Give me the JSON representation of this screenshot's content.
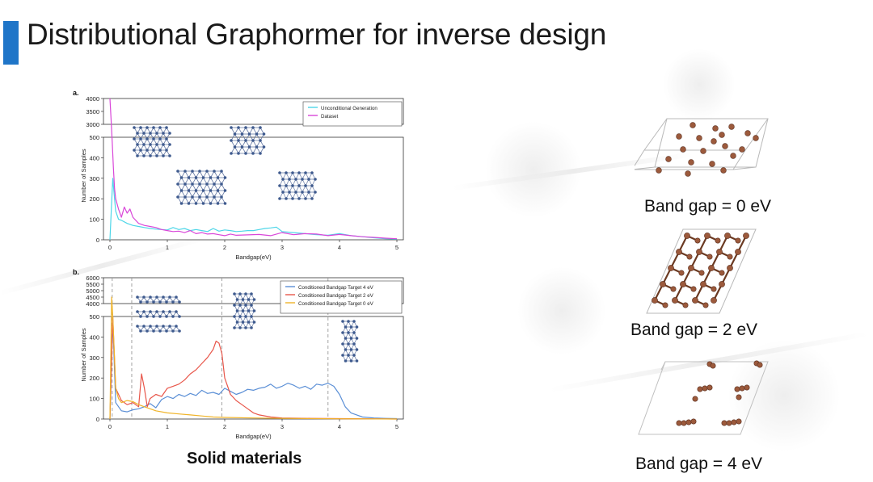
{
  "slide": {
    "title": "Distributional Graphormer for inverse design",
    "caption": "Solid materials",
    "accent_color": "#1f75c8"
  },
  "structures": [
    {
      "label": "Band gap = 0 eV"
    },
    {
      "label": "Band gap = 2 eV"
    },
    {
      "label": "Band gap = 4 eV"
    }
  ],
  "chart_data": [
    {
      "type": "line",
      "panel_label": "a.",
      "xlabel": "Bandgap(eV)",
      "ylabel": "Number of Samples",
      "xlim": [
        0,
        5
      ],
      "xticks": [
        0,
        1,
        2,
        3,
        4,
        5
      ],
      "ylim": [
        0,
        4000
      ],
      "axis_break": {
        "lower": [
          0,
          500
        ],
        "upper": [
          3000,
          4000
        ]
      },
      "yticks": [
        0,
        100,
        200,
        300,
        400,
        500,
        3000,
        3500,
        4000
      ],
      "legend_position": "top-right",
      "series": [
        {
          "name": "Unconditional Generation",
          "color": "#4dd6e8",
          "x": [
            0.0,
            0.05,
            0.1,
            0.15,
            0.2,
            0.3,
            0.4,
            0.5,
            0.6,
            0.7,
            0.8,
            0.9,
            1.0,
            1.1,
            1.2,
            1.3,
            1.4,
            1.5,
            1.6,
            1.7,
            1.8,
            1.9,
            2.0,
            2.1,
            2.2,
            2.3,
            2.4,
            2.5,
            2.6,
            2.7,
            2.8,
            2.9,
            3.0,
            3.2,
            3.4,
            3.6,
            3.8,
            4.0,
            4.2,
            4.4,
            4.6,
            4.8,
            5.0
          ],
          "y": [
            0,
            300,
            140,
            100,
            95,
            80,
            70,
            65,
            60,
            55,
            52,
            50,
            48,
            60,
            50,
            55,
            45,
            50,
            45,
            40,
            55,
            42,
            48,
            45,
            40,
            42,
            45,
            45,
            50,
            55,
            58,
            62,
            40,
            35,
            30,
            25,
            22,
            30,
            20,
            15,
            10,
            5,
            3
          ]
        },
        {
          "name": "Dataset",
          "color": "#d947d9",
          "x": [
            0.0,
            0.02,
            0.04,
            0.06,
            0.08,
            0.1,
            0.15,
            0.2,
            0.25,
            0.3,
            0.35,
            0.4,
            0.5,
            0.6,
            0.7,
            0.8,
            0.9,
            1.0,
            1.1,
            1.2,
            1.3,
            1.4,
            1.5,
            1.6,
            1.7,
            1.8,
            1.9,
            2.0,
            2.1,
            2.2,
            2.4,
            2.6,
            2.8,
            3.0,
            3.2,
            3.4,
            3.6,
            3.8,
            4.0,
            4.2,
            4.4,
            4.6,
            4.8,
            5.0
          ],
          "y": [
            4000,
            3200,
            480,
            350,
            250,
            200,
            150,
            110,
            160,
            130,
            150,
            110,
            80,
            70,
            65,
            60,
            50,
            45,
            40,
            42,
            35,
            45,
            30,
            35,
            28,
            30,
            25,
            20,
            28,
            22,
            24,
            26,
            20,
            35,
            25,
            30,
            28,
            20,
            26,
            20,
            15,
            12,
            8,
            5
          ]
        }
      ]
    },
    {
      "type": "line",
      "panel_label": "b.",
      "xlabel": "Bandgap(eV)",
      "ylabel": "Number of Samples",
      "xlim": [
        0,
        5
      ],
      "xticks": [
        0,
        1,
        2,
        3,
        4,
        5
      ],
      "ylim": [
        0,
        6000
      ],
      "axis_break": {
        "lower": [
          0,
          500
        ],
        "upper": [
          4000,
          6000
        ]
      },
      "yticks": [
        0,
        100,
        200,
        300,
        400,
        500,
        4000,
        4500,
        5000,
        5500,
        6000
      ],
      "legend_position": "top-right",
      "series": [
        {
          "name": "Conditioned Bandgap Target 4 eV",
          "color": "#5b8fd6",
          "x": [
            0.0,
            0.05,
            0.1,
            0.2,
            0.3,
            0.4,
            0.5,
            0.6,
            0.7,
            0.8,
            0.9,
            1.0,
            1.1,
            1.2,
            1.3,
            1.4,
            1.5,
            1.6,
            1.7,
            1.8,
            1.9,
            2.0,
            2.1,
            2.2,
            2.3,
            2.4,
            2.5,
            2.6,
            2.7,
            2.8,
            2.9,
            3.0,
            3.1,
            3.2,
            3.3,
            3.4,
            3.5,
            3.6,
            3.7,
            3.8,
            3.9,
            4.0,
            4.1,
            4.2,
            4.3,
            4.4,
            4.6,
            4.8,
            5.0
          ],
          "y": [
            0,
            480,
            80,
            40,
            35,
            45,
            50,
            60,
            75,
            55,
            95,
            110,
            100,
            120,
            110,
            125,
            115,
            140,
            125,
            130,
            120,
            150,
            135,
            120,
            130,
            145,
            140,
            150,
            155,
            170,
            150,
            160,
            175,
            165,
            150,
            160,
            145,
            170,
            165,
            175,
            160,
            120,
            60,
            30,
            20,
            10,
            5,
            3,
            2
          ]
        },
        {
          "name": "Conditioned Bandgap Target 2 eV",
          "color": "#e8564a",
          "x": [
            0.0,
            0.05,
            0.1,
            0.2,
            0.3,
            0.4,
            0.5,
            0.55,
            0.6,
            0.65,
            0.7,
            0.8,
            0.9,
            1.0,
            1.1,
            1.2,
            1.3,
            1.4,
            1.5,
            1.6,
            1.7,
            1.8,
            1.85,
            1.9,
            1.95,
            2.0,
            2.1,
            2.2,
            2.3,
            2.4,
            2.5,
            2.6,
            2.8,
            3.0,
            3.5,
            4.0,
            4.5,
            5.0
          ],
          "y": [
            0,
            500,
            150,
            90,
            70,
            80,
            60,
            220,
            150,
            60,
            100,
            120,
            110,
            150,
            160,
            170,
            190,
            220,
            240,
            270,
            300,
            340,
            380,
            370,
            320,
            200,
            120,
            90,
            70,
            50,
            30,
            20,
            10,
            5,
            3,
            2,
            1,
            0
          ]
        },
        {
          "name": "Conditioned Bandgap Target 0 eV",
          "color": "#f0b429",
          "x": [
            0.0,
            0.03,
            0.05,
            0.08,
            0.1,
            0.15,
            0.2,
            0.3,
            0.4,
            0.5,
            0.6,
            0.8,
            1.0,
            1.2,
            1.4,
            1.6,
            1.8,
            2.0,
            2.5,
            3.0,
            4.0,
            5.0
          ],
          "y": [
            0,
            4500,
            560,
            300,
            150,
            100,
            80,
            90,
            85,
            70,
            60,
            40,
            30,
            25,
            20,
            15,
            10,
            8,
            5,
            3,
            1,
            0
          ]
        }
      ]
    }
  ]
}
